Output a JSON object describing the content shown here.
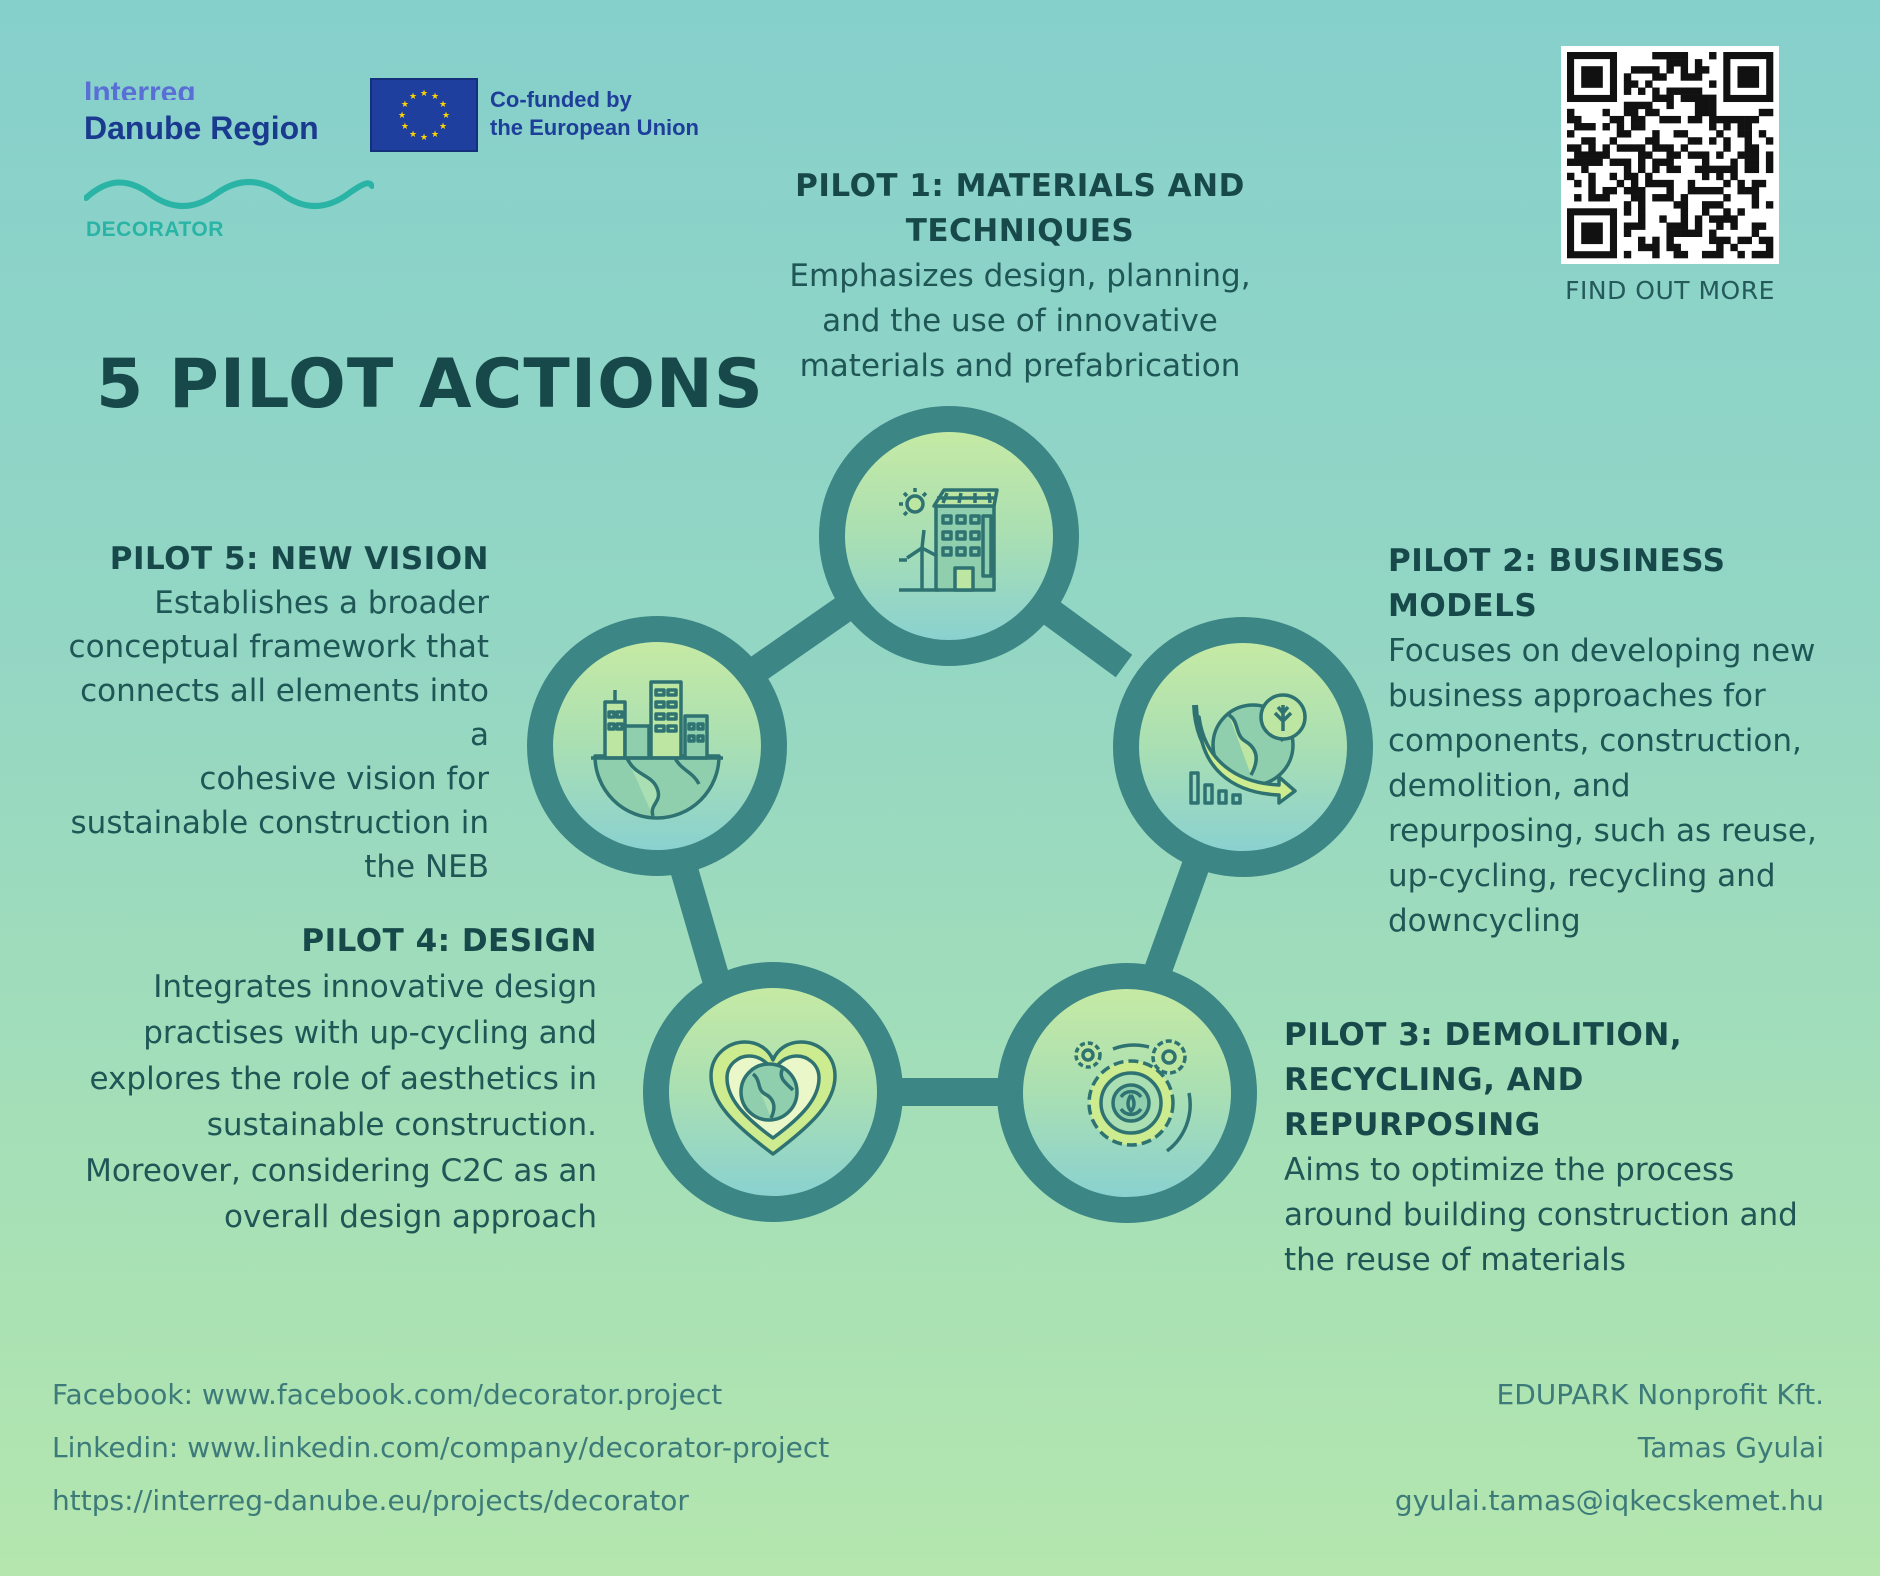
{
  "logos": {
    "interreg": "Interreg",
    "danube": "Danube Region",
    "decorator": "DECORATOR",
    "eu_line1": "Co-funded by",
    "eu_line2": "the European Union"
  },
  "qr": {
    "caption": "FIND OUT MORE"
  },
  "title": "5 PILOT ACTIONS",
  "pilots": [
    {
      "title_line1": "PILOT 1: MATERIALS AND",
      "title_line2": "TECHNIQUES",
      "desc_lines": [
        "Emphasizes design, planning,",
        "and the use of innovative",
        "materials and prefabrication"
      ],
      "icon": "solar-building-icon"
    },
    {
      "title_line1": "PILOT 2: BUSINESS",
      "title_line2": "MODELS",
      "desc_lines": [
        "Focuses on developing new",
        "business approaches for",
        "components, construction,",
        "demolition, and",
        "repurposing, such as reuse,",
        "up-cycling, recycling and",
        "downcycling"
      ],
      "icon": "globe-decline-chart-icon"
    },
    {
      "title_line1": "PILOT 3: DEMOLITION,",
      "title_line2": "RECYCLING, AND REPURPOSING",
      "desc_lines": [
        "Aims to optimize the process",
        "around building construction and",
        "the reuse of materials"
      ],
      "icon": "recycle-gears-icon"
    },
    {
      "title_line1": "PILOT 4: DESIGN",
      "desc_lines": [
        "Integrates innovative design",
        "practises with up-cycling and",
        "explores the role of aesthetics in",
        "sustainable construction.",
        "Moreover, considering C2C as an",
        "overall design approach"
      ],
      "icon": "heart-globe-icon"
    },
    {
      "title_line1": "PILOT 5: NEW VISION",
      "desc_lines": [
        "Establishes a broader",
        "conceptual framework that",
        "connects all elements into a",
        "cohesive vision for",
        "sustainable construction in",
        "the NEB"
      ],
      "icon": "city-globe-icon"
    }
  ],
  "footer": {
    "left": [
      "Facebook: www.facebook.com/decorator.project",
      "Linkedin: www.linkedin.com/company/decorator-project",
      "https://interreg-danube.eu/projects/decorator"
    ],
    "right": [
      "EDUPARK Nonprofit Kft.",
      "Tamas Gyulai",
      "gyulai.tamas@iqkecskemet.hu"
    ]
  },
  "colors": {
    "ring": "#3c8686",
    "title": "#17494b",
    "eu_blue": "#1f3f9e",
    "eu_star": "#ffd400"
  }
}
